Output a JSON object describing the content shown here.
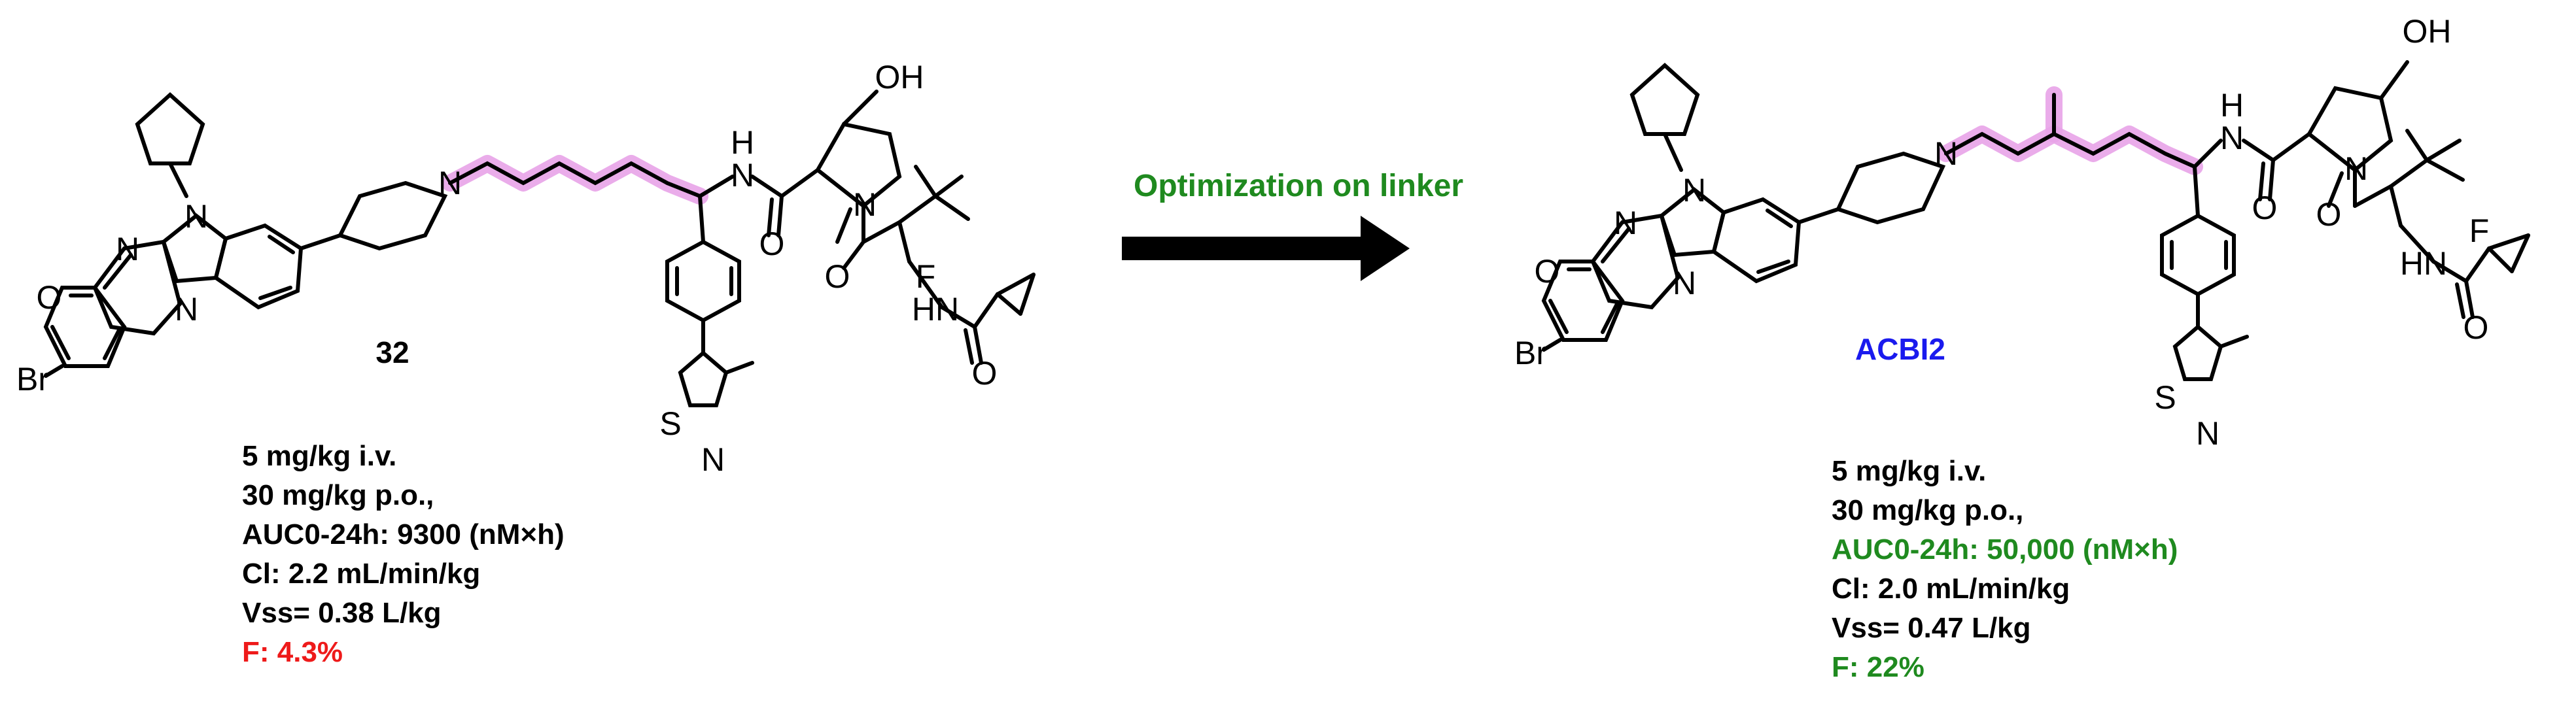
{
  "arrow_label": "Optimization on linker",
  "compounds": [
    {
      "name": "32",
      "atoms": {
        "br": "Br",
        "o_carbonyl": "O",
        "n1": "N",
        "n2": "N",
        "n3": "N",
        "n_pip": "N",
        "nh": "H",
        "nh_n": "N",
        "oh": "OH",
        "n_pro": "N",
        "o1": "O",
        "o2": "O",
        "f": "F",
        "hn": "HN",
        "o3": "O",
        "s": "S",
        "n_thz": "N"
      },
      "properties": [
        "5 mg/kg i.v.",
        "30 mg/kg p.o.,",
        "AUC0-24h: 9300 (nM×h)",
        "Cl: 2.2 mL/min/kg",
        "Vss= 0.38 L/kg",
        "F: 4.3%"
      ]
    },
    {
      "name": "ACBI2",
      "atoms": {
        "br": "Br",
        "o_carbonyl": "O",
        "n1": "N",
        "n2": "N",
        "n3": "N",
        "n_pip": "N",
        "nh": "H",
        "nh_n": "N",
        "oh": "OH",
        "n_pro": "N",
        "o1": "O",
        "o2": "O",
        "f": "F",
        "hn": "HN",
        "o3": "O",
        "s": "S",
        "n_thz": "N"
      },
      "properties": [
        "5 mg/kg i.v.",
        "30 mg/kg p.o.,",
        "AUC0-24h: 50,000 (nM×h)",
        "Cl: 2.0 mL/min/kg",
        "Vss= 0.47 L/kg",
        "F: 22%"
      ]
    }
  ],
  "colors": {
    "text": "#000000",
    "compound_32_label": "#000000",
    "acbi2_label": "#1a1aee",
    "arrow_label": "#1f8a1f",
    "improved_value": "#1f8a1f",
    "poor_value": "#ee1a1a",
    "linker_highlight": "#e8a3e8"
  }
}
